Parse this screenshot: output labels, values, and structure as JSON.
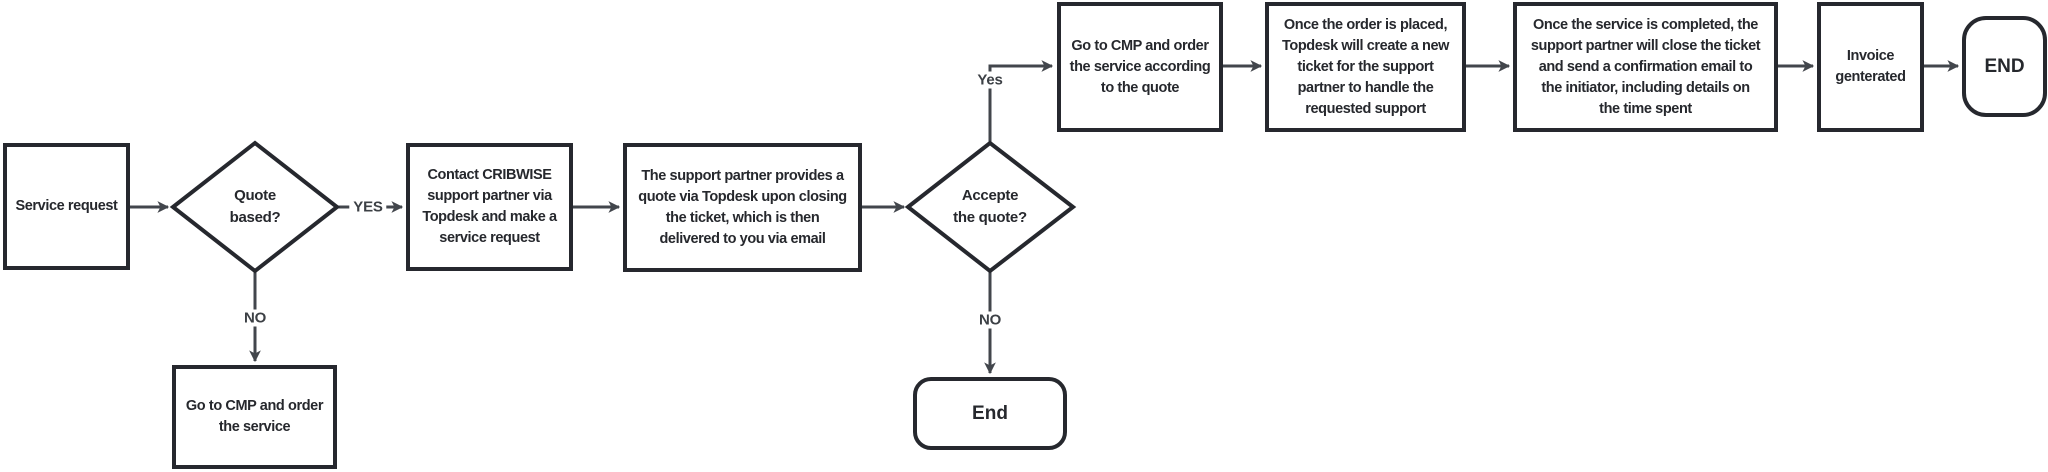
{
  "diagram": {
    "type": "flowchart",
    "background": "#ffffff",
    "colors": {
      "node_border": "#26282e",
      "node_fill": "#ffffff",
      "connector": "#42464c",
      "node_text": "#26282d",
      "edge_label_text": "#3c4045"
    },
    "nodes": [
      {
        "id": "service_request",
        "shape": "process",
        "label": "Service request"
      },
      {
        "id": "quote_based",
        "shape": "decision",
        "label": "Quote\nbased?"
      },
      {
        "id": "contact_cribwise",
        "shape": "process",
        "label": "Contact CRIBWISE\nsupport partner via\nTopdesk and make a\nservice request"
      },
      {
        "id": "go_to_cmp_service",
        "shape": "process",
        "label": "Go to CMP and order\nthe service"
      },
      {
        "id": "quote_provided",
        "shape": "process",
        "label": "The support partner provides a\nquote via Topdesk upon closing\nthe ticket, which is then\ndelivered to you via email"
      },
      {
        "id": "accept_quote",
        "shape": "decision",
        "label": "Accepte\nthe quote?"
      },
      {
        "id": "go_to_cmp_quote",
        "shape": "process",
        "label": "Go to CMP and order\nthe service according\nto the quote"
      },
      {
        "id": "end_bottom",
        "shape": "terminator",
        "label": "End"
      },
      {
        "id": "order_placed",
        "shape": "process",
        "label": "Once the order is placed,\nTopdesk will create a new\nticket for the support\npartner to handle the\nrequested support"
      },
      {
        "id": "service_completed",
        "shape": "process",
        "label": "Once the service is completed, the\nsupport partner will close the ticket\nand send a confirmation email to\nthe initiator, including details on\nthe time spent"
      },
      {
        "id": "invoice_generated",
        "shape": "process",
        "label": "Invoice\ngenterated"
      },
      {
        "id": "end_top",
        "shape": "terminator",
        "label": "END"
      }
    ],
    "edge_labels": {
      "quote_based_yes": "YES",
      "quote_based_no": "NO",
      "accept_quote_yes": "Yes",
      "accept_quote_no": "NO"
    }
  }
}
